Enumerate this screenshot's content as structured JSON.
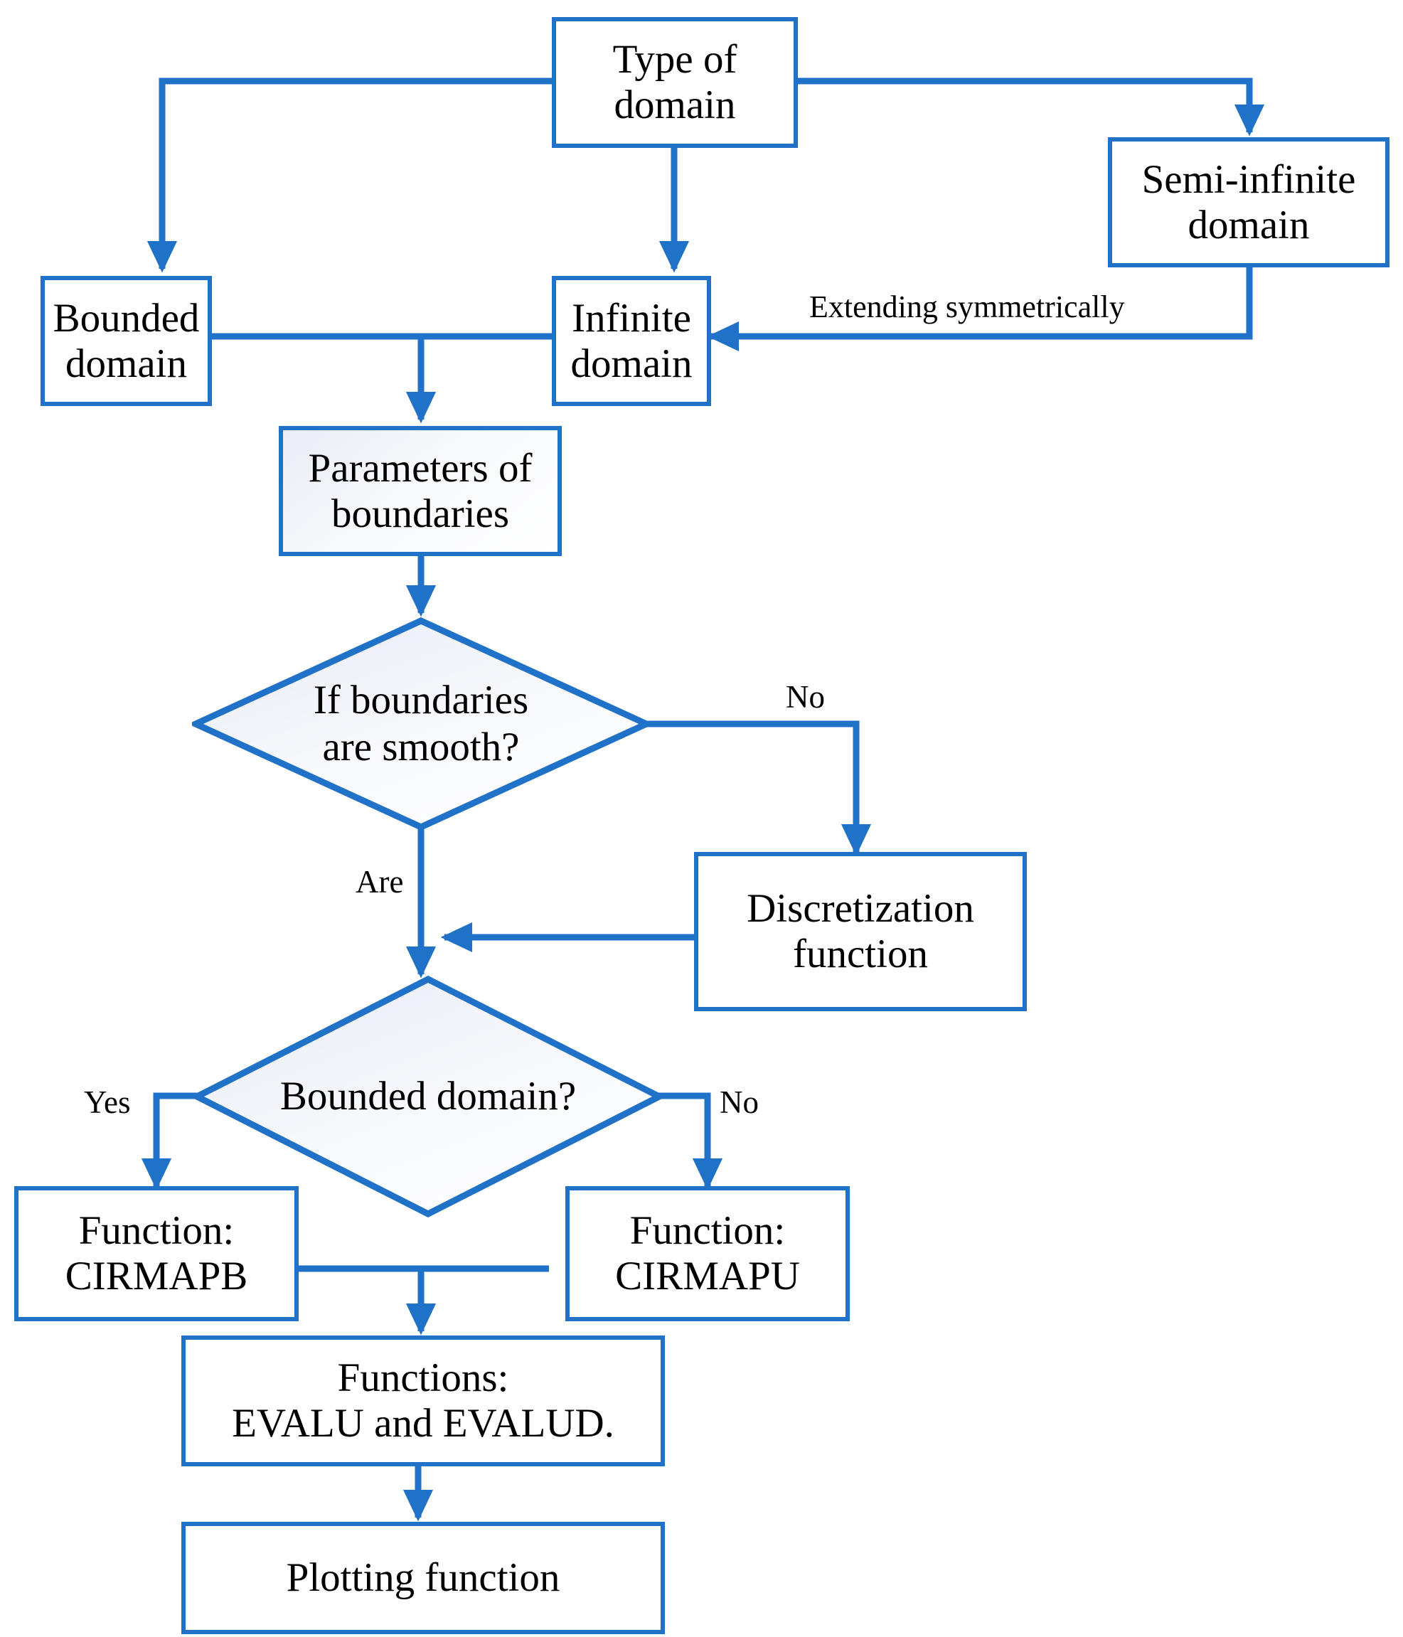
{
  "diagram": {
    "title": "Flowchart of conformal mapping toolbox workflow",
    "accent_color": "#1f72c8",
    "text_color": "#000000",
    "background_color": "#ffffff"
  },
  "nodes": {
    "type_of_domain": "Type of\ndomain",
    "semi_infinite_domain": "Semi-infinite\ndomain",
    "bounded_domain": "Bounded\ndomain",
    "infinite_domain": "Infinite\ndomain",
    "parameters_of_boundaries": "Parameters of\nboundaries",
    "if_boundaries_smooth": "If boundaries\nare smooth?",
    "discretization_function": "Discretization\nfunction",
    "bounded_domain_question": "Bounded domain?",
    "function_cirmapb": "Function:\nCIRMAPB",
    "function_cirmapu": "Function:\nCIRMAPU",
    "functions_evalu": "Functions:\nEVALU and EVALUD.",
    "plotting_function": "Plotting function"
  },
  "edge_labels": {
    "extending_symmetrically": "Extending symmetrically",
    "smooth_no": "No",
    "are": "Are",
    "bounded_yes": "Yes",
    "bounded_no": "No"
  }
}
